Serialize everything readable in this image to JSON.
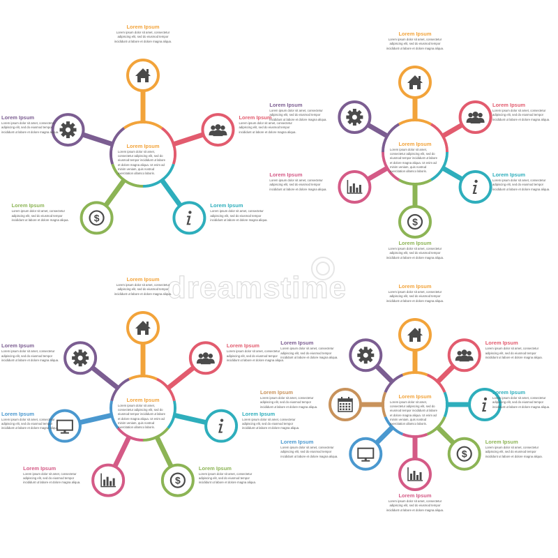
{
  "colors": {
    "orange": "#f2a33a",
    "red": "#e25b6e",
    "teal": "#2eaebc",
    "green": "#8cb455",
    "purple": "#7b5d91",
    "blue": "#4a98cf",
    "magenta": "#d45a86",
    "brown": "#c8925b",
    "icon": "#4a4a4a"
  },
  "watermark": "dreamstime",
  "label_title": "Lorem Ipsum",
  "label_body": "Lorem ipsum dolor sit amet, consectetur adipiscing elit, sed do eiusmod tempor incididunt ut labore et dolore magna aliqua. Ut enim ad minim veniam, quis nostrud exercitation ullamco.",
  "diagrams": [
    {
      "name": "diagram-five-nodes-a",
      "center": {
        "title": "Lorem Ipsum",
        "body": "Lorem ipsum dolor sit amet, consectetur adipiscing elit, sed do eiusmod tempor incididunt ut labore et dolore magna aliqua. Ut enim ad minim veniam, quis nostrud exercitation ullamco laboris."
      },
      "nodes": [
        {
          "icon": "home-icon",
          "color": "orange",
          "title": "Lorem Ipsum",
          "body": "Lorem ipsum dolor sit amet, consectetur adipiscing elit, sed do eiusmod tempor incididunt ut labore et dolore magna aliqua."
        },
        {
          "icon": "users-icon",
          "color": "red",
          "title": "Lorem Ipsum",
          "body": "Lorem ipsum dolor sit amet, consectetur adipiscing elit, sed do eiusmod tempor incididunt ut labore et dolore magna aliqua."
        },
        {
          "icon": "info-icon",
          "color": "teal",
          "title": "Lorem Ipsum",
          "body": "Lorem ipsum dolor sit amet, consectetur adipiscing elit, sed do eiusmod tempor incididunt ut labore et dolore magna aliqua."
        },
        {
          "icon": "dollar-icon",
          "color": "green",
          "title": "Lorem Ipsum",
          "body": "Lorem ipsum dolor sit amet, consectetur adipiscing elit, sed do eiusmod tempor incididunt ut labore et dolore magna aliqua."
        },
        {
          "icon": "gear-icon",
          "color": "purple",
          "title": "Lorem Ipsum",
          "body": "Lorem ipsum dolor sit amet, consectetur adipiscing elit, sed do eiusmod tempor incididunt ut labore et dolore magna aliqua."
        }
      ]
    },
    {
      "name": "diagram-six-nodes",
      "center": {
        "title": "Lorem Ipsum",
        "body": "Lorem ipsum dolor sit amet, consectetur adipiscing elit, sed do eiusmod tempor incididunt ut labore et dolore magna aliqua. Ut enim ad minim veniam, quis nostrud exercitation ullamco laboris."
      },
      "nodes": [
        {
          "icon": "home-icon",
          "color": "orange",
          "title": "Lorem Ipsum",
          "body": "Lorem ipsum dolor sit amet, consectetur adipiscing elit, sed do eiusmod tempor incididunt ut labore et dolore magna aliqua."
        },
        {
          "icon": "users-icon",
          "color": "red",
          "title": "Lorem Ipsum",
          "body": "Lorem ipsum dolor sit amet, consectetur adipiscing elit, sed do eiusmod tempor incididunt ut labore et dolore magna aliqua."
        },
        {
          "icon": "info-icon",
          "color": "teal",
          "title": "Lorem Ipsum",
          "body": "Lorem ipsum dolor sit amet, consectetur adipiscing elit, sed do eiusmod tempor incididunt ut labore et dolore magna aliqua."
        },
        {
          "icon": "dollar-icon",
          "color": "green",
          "title": "Lorem Ipsum",
          "body": "Lorem ipsum dolor sit amet, consectetur adipiscing elit, sed do eiusmod tempor incididunt ut labore et dolore magna aliqua."
        },
        {
          "icon": "chart-icon",
          "color": "magenta",
          "title": "Lorem Ipsum",
          "body": "Lorem ipsum dolor sit amet, consectetur adipiscing elit, sed do eiusmod tempor incididunt ut labore et dolore magna aliqua."
        },
        {
          "icon": "gear-icon",
          "color": "purple",
          "title": "Lorem Ipsum",
          "body": "Lorem ipsum dolor sit amet, consectetur adipiscing elit, sed do eiusmod tempor incididunt ut labore et dolore magna aliqua."
        }
      ]
    },
    {
      "name": "diagram-seven-nodes",
      "center": {
        "title": "Lorem Ipsum",
        "body": "Lorem ipsum dolor sit amet, consectetur adipiscing elit, sed do eiusmod tempor incididunt ut labore et dolore magna aliqua. Ut enim ad minim veniam, quis nostrud exercitation ullamco laboris."
      },
      "nodes": [
        {
          "icon": "home-icon",
          "color": "orange",
          "title": "Lorem Ipsum",
          "body": "Lorem ipsum dolor sit amet, consectetur adipiscing elit, sed do eiusmod tempor incididunt ut labore et dolore magna aliqua."
        },
        {
          "icon": "users-icon",
          "color": "red",
          "title": "Lorem Ipsum",
          "body": "Lorem ipsum dolor sit amet, consectetur adipiscing elit, sed do eiusmod tempor incididunt ut labore et dolore magna aliqua."
        },
        {
          "icon": "info-icon",
          "color": "teal",
          "title": "Lorem Ipsum",
          "body": "Lorem ipsum dolor sit amet, consectetur adipiscing elit, sed do eiusmod tempor incididunt ut labore et dolore magna aliqua."
        },
        {
          "icon": "dollar-icon",
          "color": "green",
          "title": "Lorem Ipsum",
          "body": "Lorem ipsum dolor sit amet, consectetur adipiscing elit, sed do eiusmod tempor incididunt ut labore et dolore magna aliqua."
        },
        {
          "icon": "chart-icon",
          "color": "magenta",
          "title": "Lorem Ipsum",
          "body": "Lorem ipsum dolor sit amet, consectetur adipiscing elit, sed do eiusmod tempor incididunt ut labore et dolore magna aliqua."
        },
        {
          "icon": "monitor-icon",
          "color": "blue",
          "title": "Lorem Ipsum",
          "body": "Lorem ipsum dolor sit amet, consectetur adipiscing elit, sed do eiusmod tempor incididunt ut labore et dolore magna aliqua."
        },
        {
          "icon": "gear-icon",
          "color": "purple",
          "title": "Lorem Ipsum",
          "body": "Lorem ipsum dolor sit amet, consectetur adipiscing elit, sed do eiusmod tempor incididunt ut labore et dolore magna aliqua."
        }
      ]
    },
    {
      "name": "diagram-eight-nodes",
      "center": {
        "title": "Lorem Ipsum",
        "body": "Lorem ipsum dolor sit amet, consectetur adipiscing elit, sed do eiusmod tempor incididunt ut labore et dolore magna aliqua. Ut enim ad minim veniam, quis nostrud exercitation ullamco laboris."
      },
      "nodes": [
        {
          "icon": "home-icon",
          "color": "orange",
          "title": "Lorem Ipsum",
          "body": "Lorem ipsum dolor sit amet, consectetur adipiscing elit, sed do eiusmod tempor incididunt ut labore et dolore magna aliqua."
        },
        {
          "icon": "users-icon",
          "color": "red",
          "title": "Lorem Ipsum",
          "body": "Lorem ipsum dolor sit amet, consectetur adipiscing elit, sed do eiusmod tempor incididunt ut labore et dolore magna aliqua."
        },
        {
          "icon": "info-icon",
          "color": "teal",
          "title": "Lorem Ipsum",
          "body": "Lorem ipsum dolor sit amet, consectetur adipiscing elit, sed do eiusmod tempor incididunt ut labore et dolore magna aliqua."
        },
        {
          "icon": "dollar-icon",
          "color": "green",
          "title": "Lorem Ipsum",
          "body": "Lorem ipsum dolor sit amet, consectetur adipiscing elit, sed do eiusmod tempor incididunt ut labore et dolore magna aliqua."
        },
        {
          "icon": "chart-icon",
          "color": "magenta",
          "title": "Lorem Ipsum",
          "body": "Lorem ipsum dolor sit amet, consectetur adipiscing elit, sed do eiusmod tempor incididunt ut labore et dolore magna aliqua."
        },
        {
          "icon": "monitor-icon",
          "color": "blue",
          "title": "Lorem Ipsum",
          "body": "Lorem ipsum dolor sit amet, consectetur adipiscing elit, sed do eiusmod tempor incididunt ut labore et dolore magna aliqua."
        },
        {
          "icon": "calendar-icon",
          "color": "brown",
          "title": "Lorem Ipsum",
          "body": "Lorem ipsum dolor sit amet, consectetur adipiscing elit, sed do eiusmod tempor incididunt ut labore et dolore magna aliqua."
        },
        {
          "icon": "gear-icon",
          "color": "purple",
          "title": "Lorem Ipsum",
          "body": "Lorem ipsum dolor sit amet, consectetur adipiscing elit, sed do eiusmod tempor incididunt ut labore et dolore magna aliqua."
        }
      ]
    }
  ]
}
